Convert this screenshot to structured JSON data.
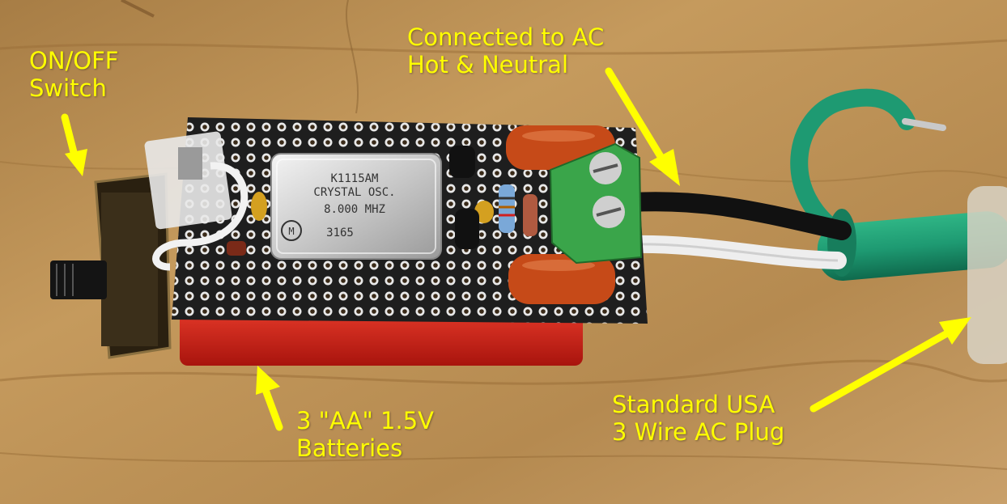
{
  "labels": {
    "switch": [
      "ON/OFF",
      "Switch"
    ],
    "ac_connection": [
      "Connected to AC",
      "Hot & Neutral"
    ],
    "batteries": [
      "3 \"AA\" 1.5V",
      "Batteries"
    ],
    "plug": [
      "Standard USA",
      "3 Wire AC Plug"
    ]
  },
  "oscillator": {
    "part": "K1115AM",
    "type": "CRYSTAL OSC.",
    "frequency": "8.000 MHZ",
    "code": "3165",
    "logo": "M"
  },
  "colors": {
    "annotation": "#ffff00",
    "wood": "#b98f52",
    "board": "#222222",
    "battery": "#d01a12",
    "cable": "#1e9a72",
    "terminal": "#3aa54a"
  }
}
